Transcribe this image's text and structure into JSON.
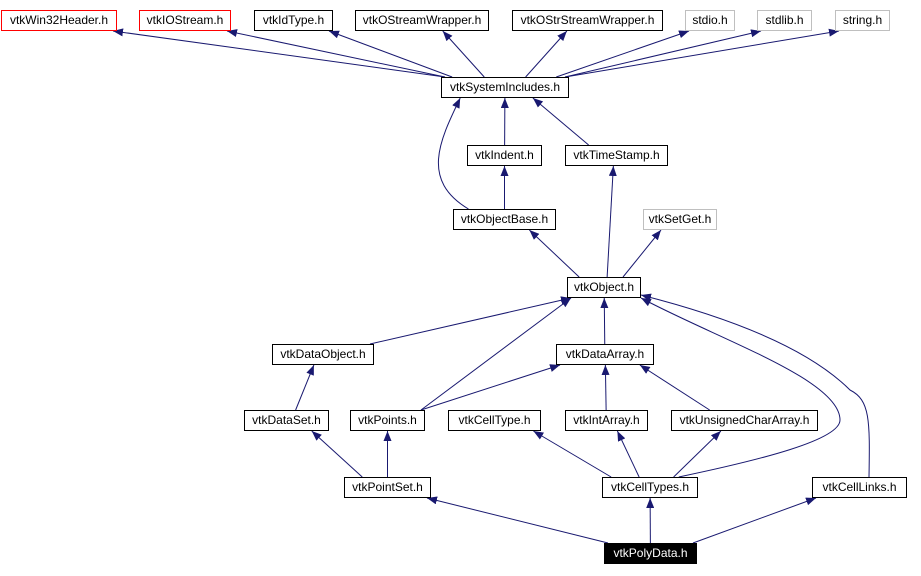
{
  "graph": {
    "nodes": {
      "win32": "vtkWin32Header.h",
      "iostream": "vtkIOStream.h",
      "idtype": "vtkIdType.h",
      "ostreamwrapper": "vtkOStreamWrapper.h",
      "ostrstreamwrapper": "vtkOStrStreamWrapper.h",
      "stdio": "stdio.h",
      "stdlib": "stdlib.h",
      "string": "string.h",
      "systemincludes": "vtkSystemIncludes.h",
      "indent": "vtkIndent.h",
      "timestamp": "vtkTimeStamp.h",
      "objectbase": "vtkObjectBase.h",
      "setget": "vtkSetGet.h",
      "object": "vtkObject.h",
      "dataobject": "vtkDataObject.h",
      "dataarray": "vtkDataArray.h",
      "dataset": "vtkDataSet.h",
      "points": "vtkPoints.h",
      "celltype": "vtkCellType.h",
      "intarray": "vtkIntArray.h",
      "uchar": "vtkUnsignedCharArray.h",
      "pointset": "vtkPointSet.h",
      "celltypes": "vtkCellTypes.h",
      "celllinks": "vtkCellLinks.h",
      "polydata": "vtkPolyData.h"
    },
    "edges": [
      [
        "systemincludes",
        "win32"
      ],
      [
        "systemincludes",
        "iostream"
      ],
      [
        "systemincludes",
        "idtype"
      ],
      [
        "systemincludes",
        "ostreamwrapper"
      ],
      [
        "systemincludes",
        "ostrstreamwrapper"
      ],
      [
        "systemincludes",
        "stdio"
      ],
      [
        "systemincludes",
        "stdlib"
      ],
      [
        "systemincludes",
        "string"
      ],
      [
        "indent",
        "systemincludes"
      ],
      [
        "timestamp",
        "systemincludes"
      ],
      [
        "objectbase",
        "systemincludes"
      ],
      [
        "objectbase",
        "indent"
      ],
      [
        "object",
        "objectbase"
      ],
      [
        "object",
        "setget"
      ],
      [
        "object",
        "timestamp"
      ],
      [
        "dataobject",
        "object"
      ],
      [
        "dataarray",
        "object"
      ],
      [
        "points",
        "object"
      ],
      [
        "celltypes",
        "object"
      ],
      [
        "celllinks",
        "object"
      ],
      [
        "dataset",
        "dataobject"
      ],
      [
        "points",
        "dataarray"
      ],
      [
        "intarray",
        "dataarray"
      ],
      [
        "uchar",
        "dataarray"
      ],
      [
        "pointset",
        "dataset"
      ],
      [
        "pointset",
        "points"
      ],
      [
        "celltypes",
        "celltype"
      ],
      [
        "celltypes",
        "intarray"
      ],
      [
        "celltypes",
        "uchar"
      ],
      [
        "polydata",
        "pointset"
      ],
      [
        "polydata",
        "celltypes"
      ],
      [
        "polydata",
        "celllinks"
      ]
    ],
    "edge_color": "#191970"
  }
}
